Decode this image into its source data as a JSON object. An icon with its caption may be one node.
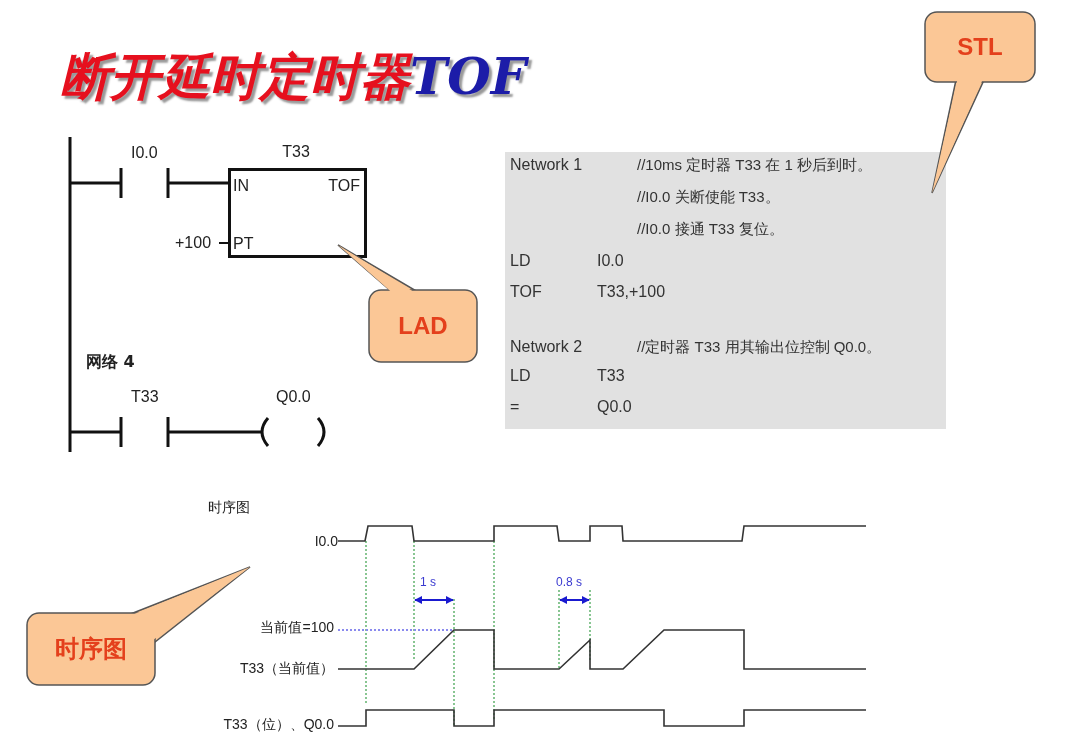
{
  "diagram": {
    "title": "断开延时定时器TOF",
    "nodes": [
      {
        "text": [
          "T33",
          "IN",
          "TOF",
          "PT"
        ]
      },
      {
        "text": [
          "Network 1",
          "//10ms 定时器 T33 在 1 秒后到时。",
          "//I0.0 关断使能 T33。",
          "//I0.0 接通 T33 复位。",
          "LD",
          "I0.0",
          "TOF",
          "T33,+100",
          "Network 2",
          "//定时器 T33 用其输出位控制 Q0.0。",
          "LD",
          "T33",
          "=",
          "Q0.0"
        ]
      },
      {
        "text": [
          "LAD"
        ]
      },
      {
        "text": [
          "STL"
        ]
      },
      {
        "text": [
          "时序图"
        ]
      }
    ],
    "labels": [
      "I0.0",
      "+100",
      "网络 4",
      "T33",
      "Q0.0",
      "时序图",
      "I0.0",
      "1 s",
      "0.8 s",
      "当前值=100",
      "T33（当前值）",
      "T33（位）、Q0.0"
    ]
  }
}
